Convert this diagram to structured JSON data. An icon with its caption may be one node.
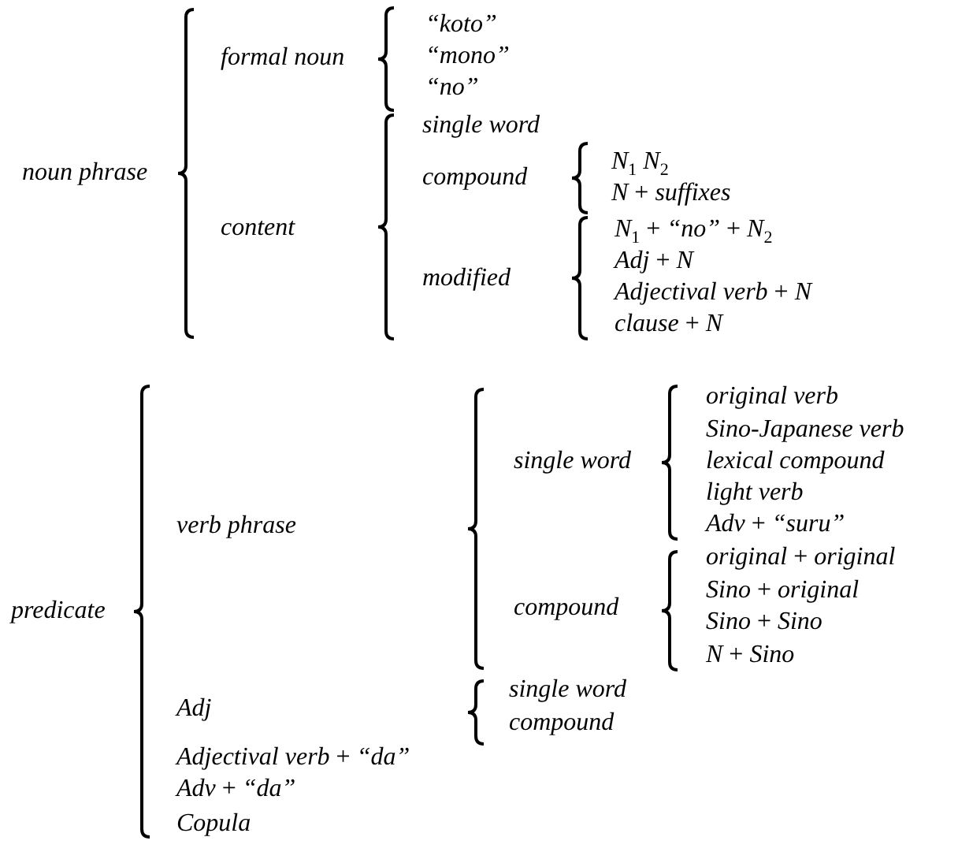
{
  "diagram": {
    "labels": [
      "noun phrase",
      "formal noun",
      "“koto”",
      "“mono”",
      "“no”",
      "content",
      "single word",
      "compound",
      "*N*$_{1}$ *N*$_{2}$",
      "*N* + *suffixes*",
      "modified",
      "*N*$_{1}$ + *“no”* + *N*$_{2}$",
      "*Adj* + *N*",
      "*Adjectival verb* + *N*",
      "*clause* + *N*",
      "predicate",
      "verb phrase",
      "single word",
      "original verb",
      "Sino-Japanese verb",
      "lexical compound",
      "light verb",
      "*Adv* + *“suru”*",
      "compound",
      "*original* + *original*",
      "*Sino* + *original*",
      "*Sino* + *Sino*",
      "*N* + *Sino*",
      "Adj",
      "single word",
      "compound",
      "*Adjectival verb* + *“da”*",
      "*Adv* + *“da”*",
      "Copula"
    ]
  }
}
